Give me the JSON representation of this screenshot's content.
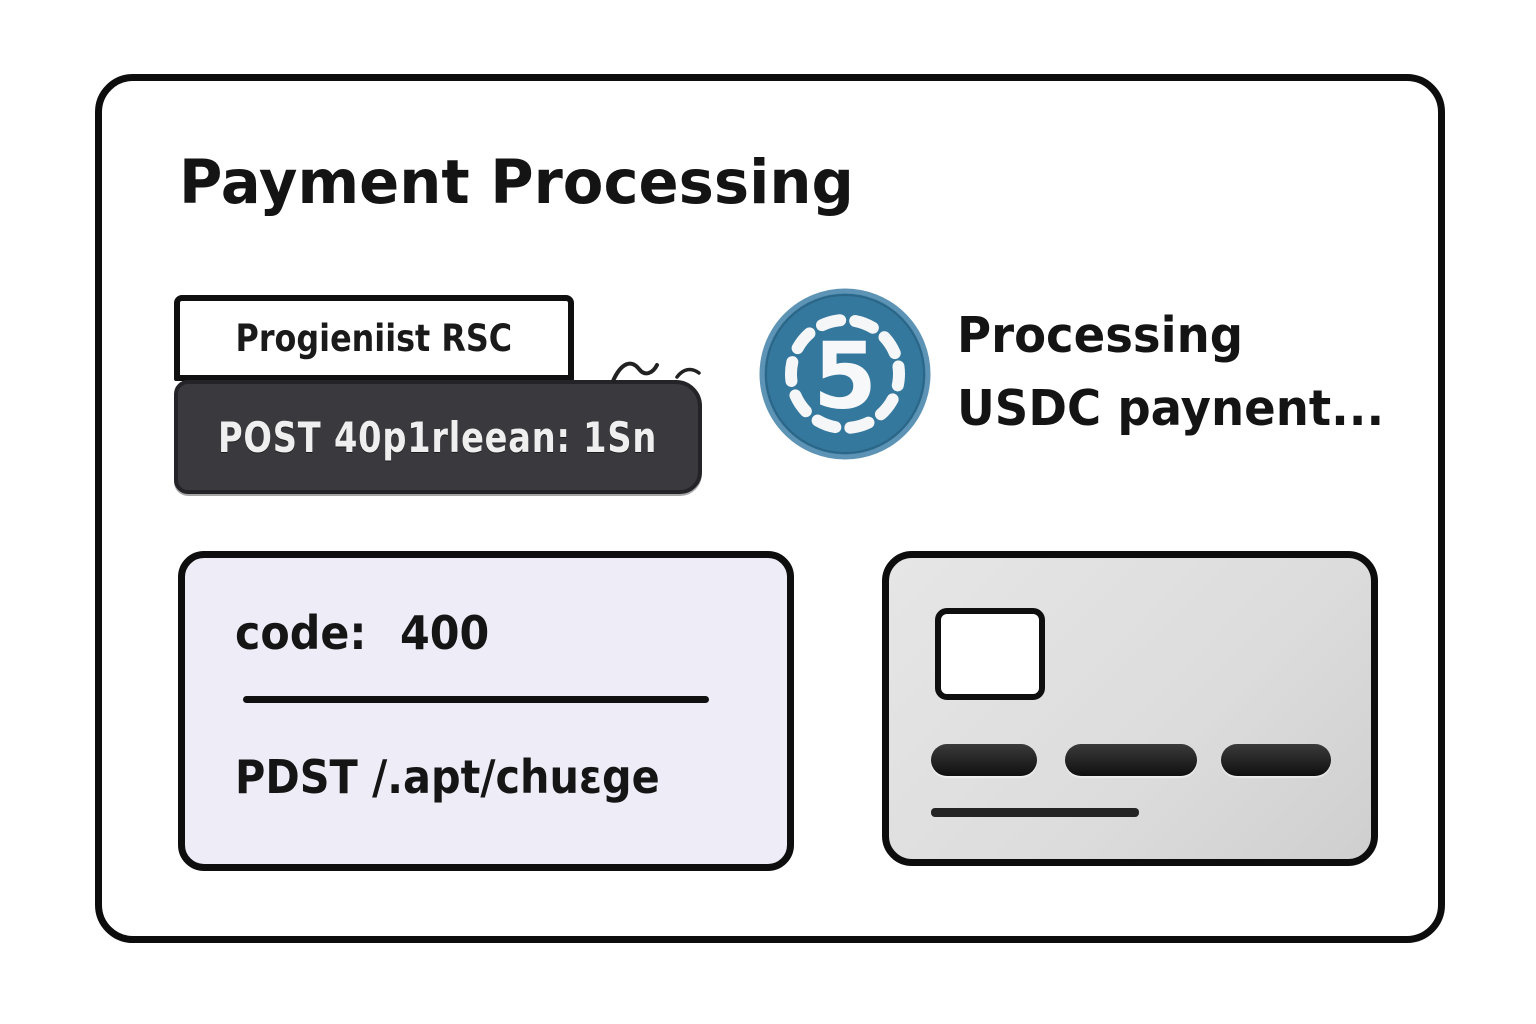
{
  "title": "Payment Processing",
  "request": {
    "merchant_badge": "Progieniist RSC",
    "api_call": "POST 40p1rleean: 1Sn"
  },
  "status": {
    "coin_icon": "usdc-coin-icon",
    "coin_glyph": "5",
    "text_line1": "Processing",
    "text_line2": "USDC paynent..."
  },
  "response": {
    "code_label": "code:",
    "code_value": "400",
    "request_line": "PDST /.apt/chuεge"
  },
  "card": {
    "icon": "credit-card-icon"
  },
  "colors": {
    "coin_blue": "#35789e",
    "api_pill_bg": "#3a3a3e",
    "response_bg": "#edecf7",
    "card_bg": "#dedede",
    "ink": "#111111"
  }
}
